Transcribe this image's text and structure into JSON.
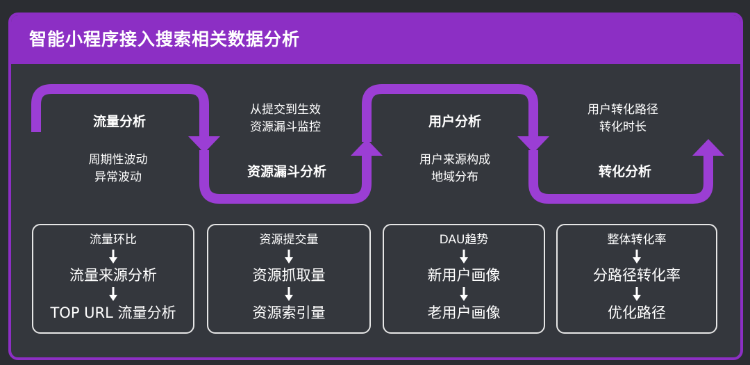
{
  "title": "智能小程序接入搜索相关数据分析",
  "colors": {
    "accent": "#8c2fc4",
    "panel": "#34373d",
    "background": "#2b2d32"
  },
  "stages": [
    {
      "title": "流量分析",
      "notes": [
        "周期性波动",
        "异常波动"
      ]
    },
    {
      "title": "资源漏斗分析",
      "notes": [
        "从提交到生效",
        "资源漏斗监控"
      ]
    },
    {
      "title": "用户分析",
      "notes": [
        "用户来源构成",
        "地域分布"
      ]
    },
    {
      "title": "转化分析",
      "notes": [
        "用户转化路径",
        "转化时长"
      ]
    }
  ],
  "cards": [
    {
      "steps": [
        "流量环比",
        "流量来源分析",
        "TOP URL 流量分析"
      ]
    },
    {
      "steps": [
        "资源提交量",
        "资源抓取量",
        "资源索引量"
      ]
    },
    {
      "steps": [
        "DAU趋势",
        "新用户画像",
        "老用户画像"
      ]
    },
    {
      "steps": [
        "整体转化率",
        "分路径转化率",
        "优化路径"
      ]
    }
  ]
}
